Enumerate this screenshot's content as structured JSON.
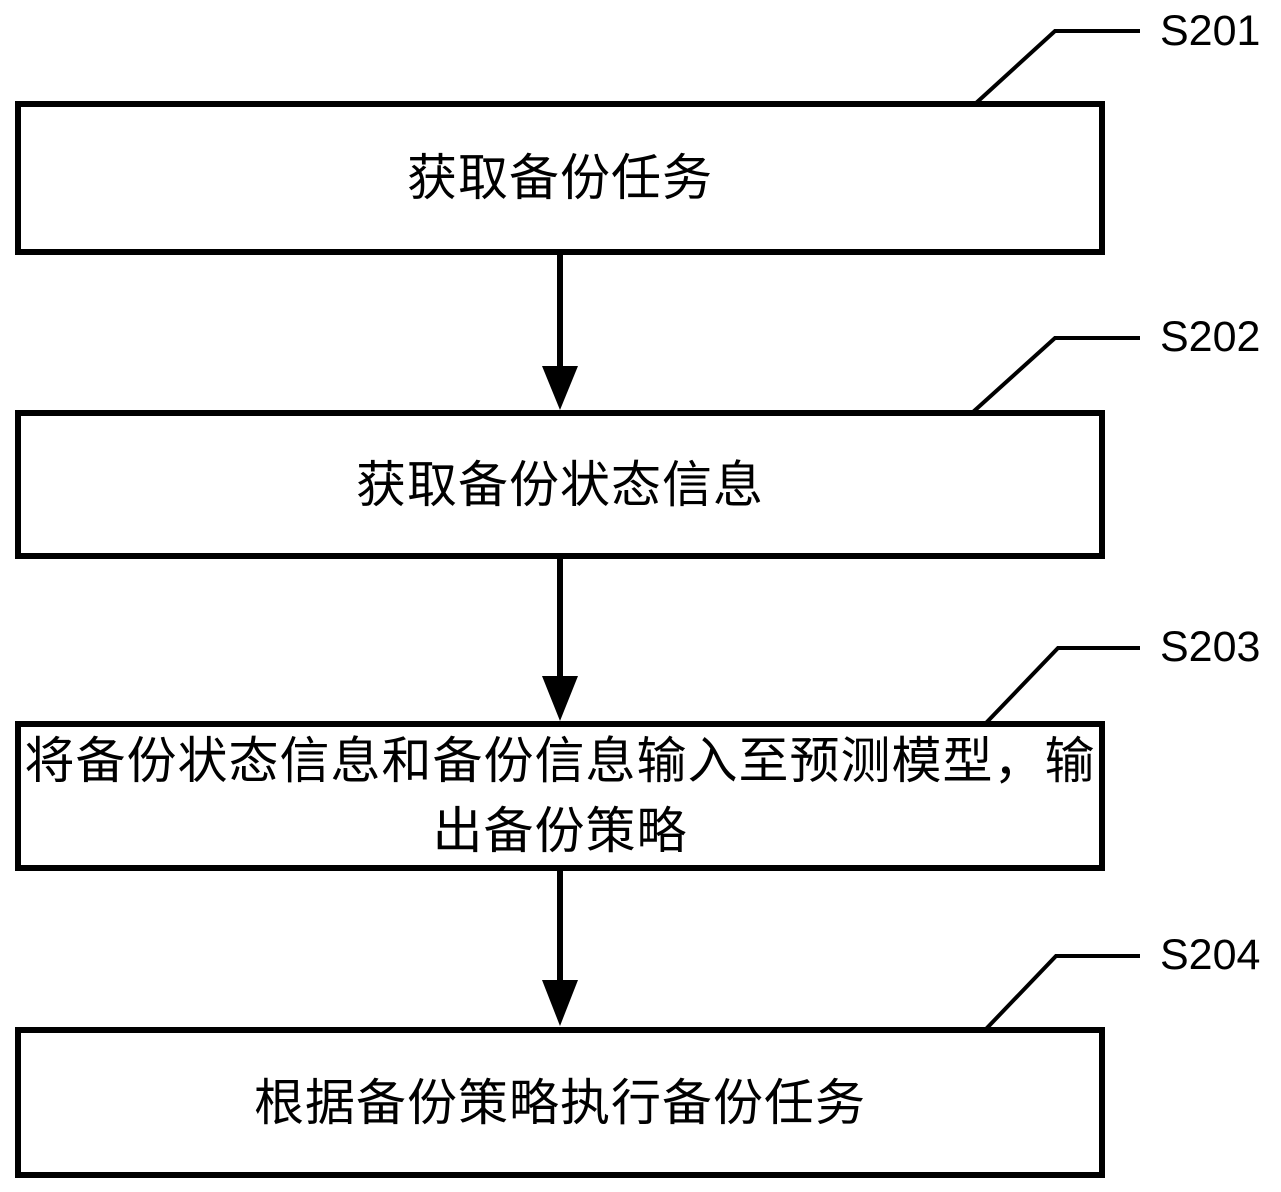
{
  "figure": {
    "type": "flowchart",
    "background_color": "#ffffff",
    "line_color": "#000000"
  },
  "steps": [
    {
      "code": "S201",
      "text": "获取备份任务"
    },
    {
      "code": "S202",
      "text": "获取备份状态信息"
    },
    {
      "code": "S203",
      "text": "将备份状态信息和备份信息输入至预测模型，输\n出备份策略"
    },
    {
      "code": "S204",
      "text": "根据备份策略执行备份任务"
    }
  ]
}
